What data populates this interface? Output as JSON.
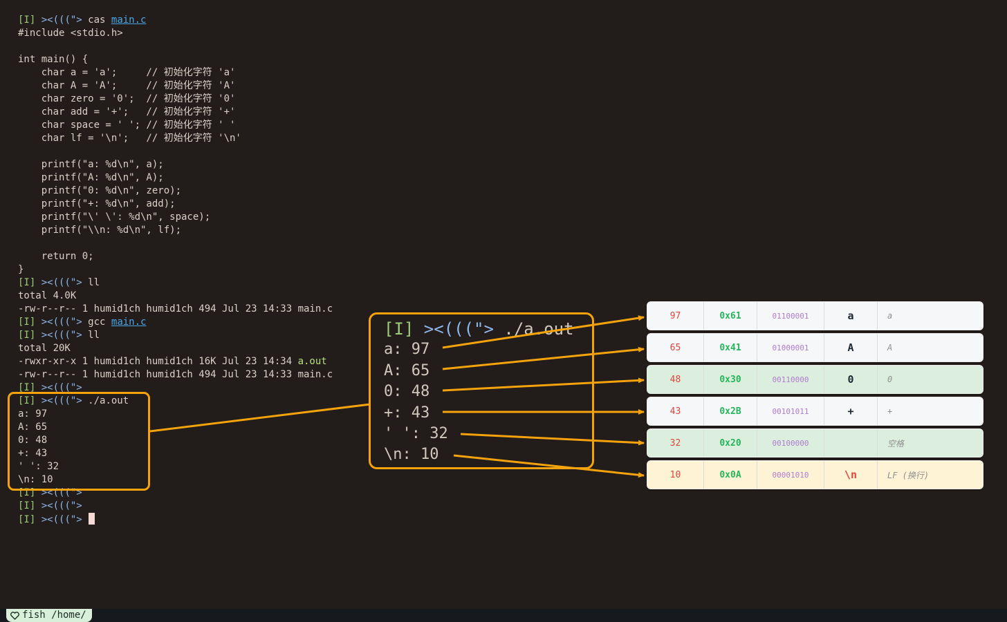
{
  "terminal": {
    "lines": [
      {
        "i": "[I]",
        "fish": " ><(((\">",
        "cmd": " cas ",
        "link": "main.c"
      },
      {
        "text": "#include <stdio.h>"
      },
      {
        "text": ""
      },
      {
        "text": "int main() {"
      },
      {
        "text": "    char a = 'a';     // 初始化字符 'a'"
      },
      {
        "text": "    char A = 'A';     // 初始化字符 'A'"
      },
      {
        "text": "    char zero = '0';  // 初始化字符 '0'"
      },
      {
        "text": "    char add = '+';   // 初始化字符 '+'"
      },
      {
        "text": "    char space = ' '; // 初始化字符 ' '"
      },
      {
        "text": "    char lf = '\\n';   // 初始化字符 '\\n'"
      },
      {
        "text": ""
      },
      {
        "text": "    printf(\"a: %d\\n\", a);"
      },
      {
        "text": "    printf(\"A: %d\\n\", A);"
      },
      {
        "text": "    printf(\"0: %d\\n\", zero);"
      },
      {
        "text": "    printf(\"+: %d\\n\", add);"
      },
      {
        "text": "    printf(\"\\' \\': %d\\n\", space);"
      },
      {
        "text": "    printf(\"\\\\n: %d\\n\", lf);"
      },
      {
        "text": ""
      },
      {
        "text": "    return 0;"
      },
      {
        "text": "}"
      },
      {
        "i": "[I]",
        "fish": " ><(((\">",
        "cmd": " ll"
      },
      {
        "text": "total 4.0K"
      },
      {
        "text": "-rw-r--r-- 1 humid1ch humid1ch 494 Jul 23 14:33 main.c"
      },
      {
        "i": "[I]",
        "fish": " ><(((\">",
        "cmd": " gcc ",
        "link": "main.c"
      },
      {
        "i": "[I]",
        "fish": " ><(((\">",
        "cmd": " ll"
      },
      {
        "text": "total 20K"
      },
      {
        "text": "-rwxr-xr-x 1 humid1ch humid1ch 16K Jul 23 14:34 ",
        "exec": "a.out"
      },
      {
        "text": "-rw-r--r-- 1 humid1ch humid1ch 494 Jul 23 14:33 main.c"
      },
      {
        "i": "[I]",
        "fish": " ><(((\">"
      },
      {
        "i": "[I]",
        "fish": " ><(((\">",
        "cmd": " ./a.out"
      },
      {
        "text": "a: 97"
      },
      {
        "text": "A: 65"
      },
      {
        "text": "0: 48"
      },
      {
        "text": "+: 43"
      },
      {
        "text": "' ': 32"
      },
      {
        "text": "\\n: 10"
      },
      {
        "i": "[I]",
        "fish": " ><(((\">"
      },
      {
        "i": "[I]",
        "fish": " ><(((\">"
      },
      {
        "i": "[I]",
        "fish": " ><(((\">",
        "cmd": " ",
        "cursor": true
      }
    ]
  },
  "zoom": {
    "prompt_i": "[I]",
    "prompt_fish": " ><(((\">",
    "prompt_cmd": " ./a.out",
    "lines": [
      "a: 97",
      "A: 65",
      "0: 48",
      "+: 43",
      "' ': 32",
      "\\n: 10"
    ]
  },
  "ascii_table": {
    "rows": [
      {
        "dec": "97",
        "hex": "0x61",
        "bin": "01100001",
        "char": "a",
        "desc": "a",
        "bg": "#f5f7f8"
      },
      {
        "dec": "65",
        "hex": "0x41",
        "bin": "01000001",
        "char": "A",
        "desc": "A",
        "bg": "#f5f7f8"
      },
      {
        "dec": "48",
        "hex": "0x30",
        "bin": "00110000",
        "char": "0",
        "desc": "0",
        "bg": "#dcefdf"
      },
      {
        "dec": "43",
        "hex": "0x2B",
        "bin": "00101011",
        "char": "+",
        "desc": "+",
        "bg": "#f5f7f8"
      },
      {
        "dec": "32",
        "hex": "0x20",
        "bin": "00100000",
        "char": "",
        "desc": "空格",
        "bg": "#dcefdf"
      },
      {
        "dec": "10",
        "hex": "0x0A",
        "bin": "00001010",
        "char": "\\n",
        "desc": "LF (换行)",
        "bg": "#fff3d6",
        "char_color": "#e0453a"
      }
    ]
  },
  "status_bar": {
    "icon": "heart-icon",
    "label": "fish /home/"
  },
  "colors": {
    "background": "#221d1a",
    "accent": "#f5a30c",
    "prompt_i": "#9dcc79",
    "prompt_fish": "#8fb7ea",
    "link": "#4aa8e8"
  }
}
